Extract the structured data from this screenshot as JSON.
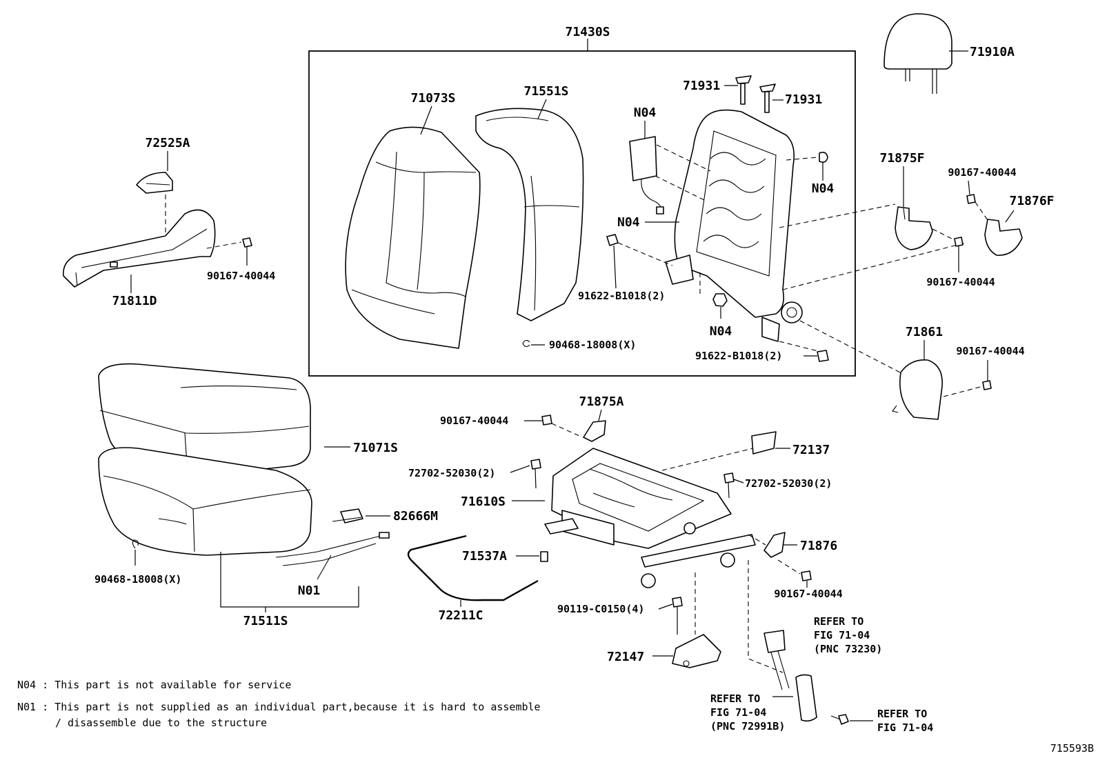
{
  "diagram": {
    "figure_id": "715593B",
    "parts": {
      "p71430S": "71430S",
      "p71073S": "71073S",
      "p71551S": "71551S",
      "p71931a": "71931",
      "p71931b": "71931",
      "pN04a": "N04",
      "pN04b": "N04",
      "pN04c": "N04",
      "pN04d": "N04",
      "p91622a": "91622-B1018(2)",
      "p91622b": "91622-B1018(2)",
      "p90468a": "90468-18008(X)",
      "p90468b": "90468-18008(X)",
      "p71910A": "71910A",
      "p72525A": "72525A",
      "p71811D": "71811D",
      "p90167a": "90167-40044",
      "p90167b": "90167-40044",
      "p90167c": "90167-40044",
      "p90167d": "90167-40044",
      "p90167e": "90167-40044",
      "p90167f": "90167-40044",
      "p71875F": "71875F",
      "p71876F": "71876F",
      "p71861": "71861",
      "p71875A": "71875A",
      "p72137": "72137",
      "p71071S": "71071S",
      "p72702a": "72702-52030(2)",
      "p72702b": "72702-52030(2)",
      "p71610S": "71610S",
      "p82666M": "82666M",
      "p71537A": "71537A",
      "p71876": "71876",
      "pN01": "N01",
      "p71511S": "71511S",
      "p72211C": "72211C",
      "p90119": "90119-C0150(4)",
      "p72147": "72147"
    },
    "refs": {
      "r1": [
        "REFER TO",
        "FIG 71-04",
        "(PNC 73230)"
      ],
      "r2": [
        "REFER TO",
        "FIG 71-04",
        "(PNC 72991B)"
      ],
      "r3": [
        "REFER TO",
        "FIG 71-04"
      ]
    },
    "notes": {
      "n04_line": "N04 : This part is not available for service",
      "n01_line1": "N01 : This part is not supplied as an individual part,because it is hard to assemble",
      "n01_line2": "/ disassemble due to the structure"
    }
  }
}
